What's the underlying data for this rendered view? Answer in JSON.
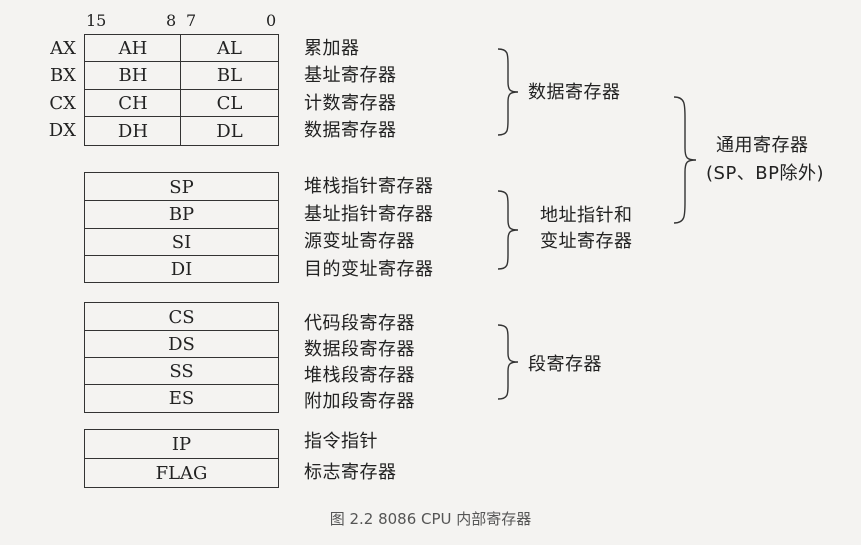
{
  "bit_labels": {
    "b15": "15",
    "b8": "8",
    "b7": "7",
    "b0": "0"
  },
  "data_registers": [
    {
      "name": "AX",
      "high": "AH",
      "low": "AL",
      "desc": "累加器"
    },
    {
      "name": "BX",
      "high": "BH",
      "low": "BL",
      "desc": "基址寄存器"
    },
    {
      "name": "CX",
      "high": "CH",
      "low": "CL",
      "desc": "计数寄存器"
    },
    {
      "name": "DX",
      "high": "DH",
      "low": "DL",
      "desc": "数据寄存器"
    }
  ],
  "pointer_registers": [
    {
      "name": "SP",
      "desc": "堆栈指针寄存器"
    },
    {
      "name": "BP",
      "desc": "基址指针寄存器"
    },
    {
      "name": "SI",
      "desc": "源变址寄存器"
    },
    {
      "name": "DI",
      "desc": "目的变址寄存器"
    }
  ],
  "segment_registers": [
    {
      "name": "CS",
      "desc": "代码段寄存器"
    },
    {
      "name": "DS",
      "desc": "数据段寄存器"
    },
    {
      "name": "SS",
      "desc": "堆栈段寄存器"
    },
    {
      "name": "ES",
      "desc": "附加段寄存器"
    }
  ],
  "control_registers": [
    {
      "name": "IP",
      "desc": "指令指针"
    },
    {
      "name": "FLAG",
      "desc": "标志寄存器"
    }
  ],
  "groups": {
    "data": "数据寄存器",
    "pointer_line1": "地址指针和",
    "pointer_line2": "变址寄存器",
    "segment": "段寄存器",
    "general_line1": "通用寄存器",
    "general_line2": "(SP、BP除外)"
  },
  "caption": "图 2.2   8086 CPU 内部寄存器"
}
